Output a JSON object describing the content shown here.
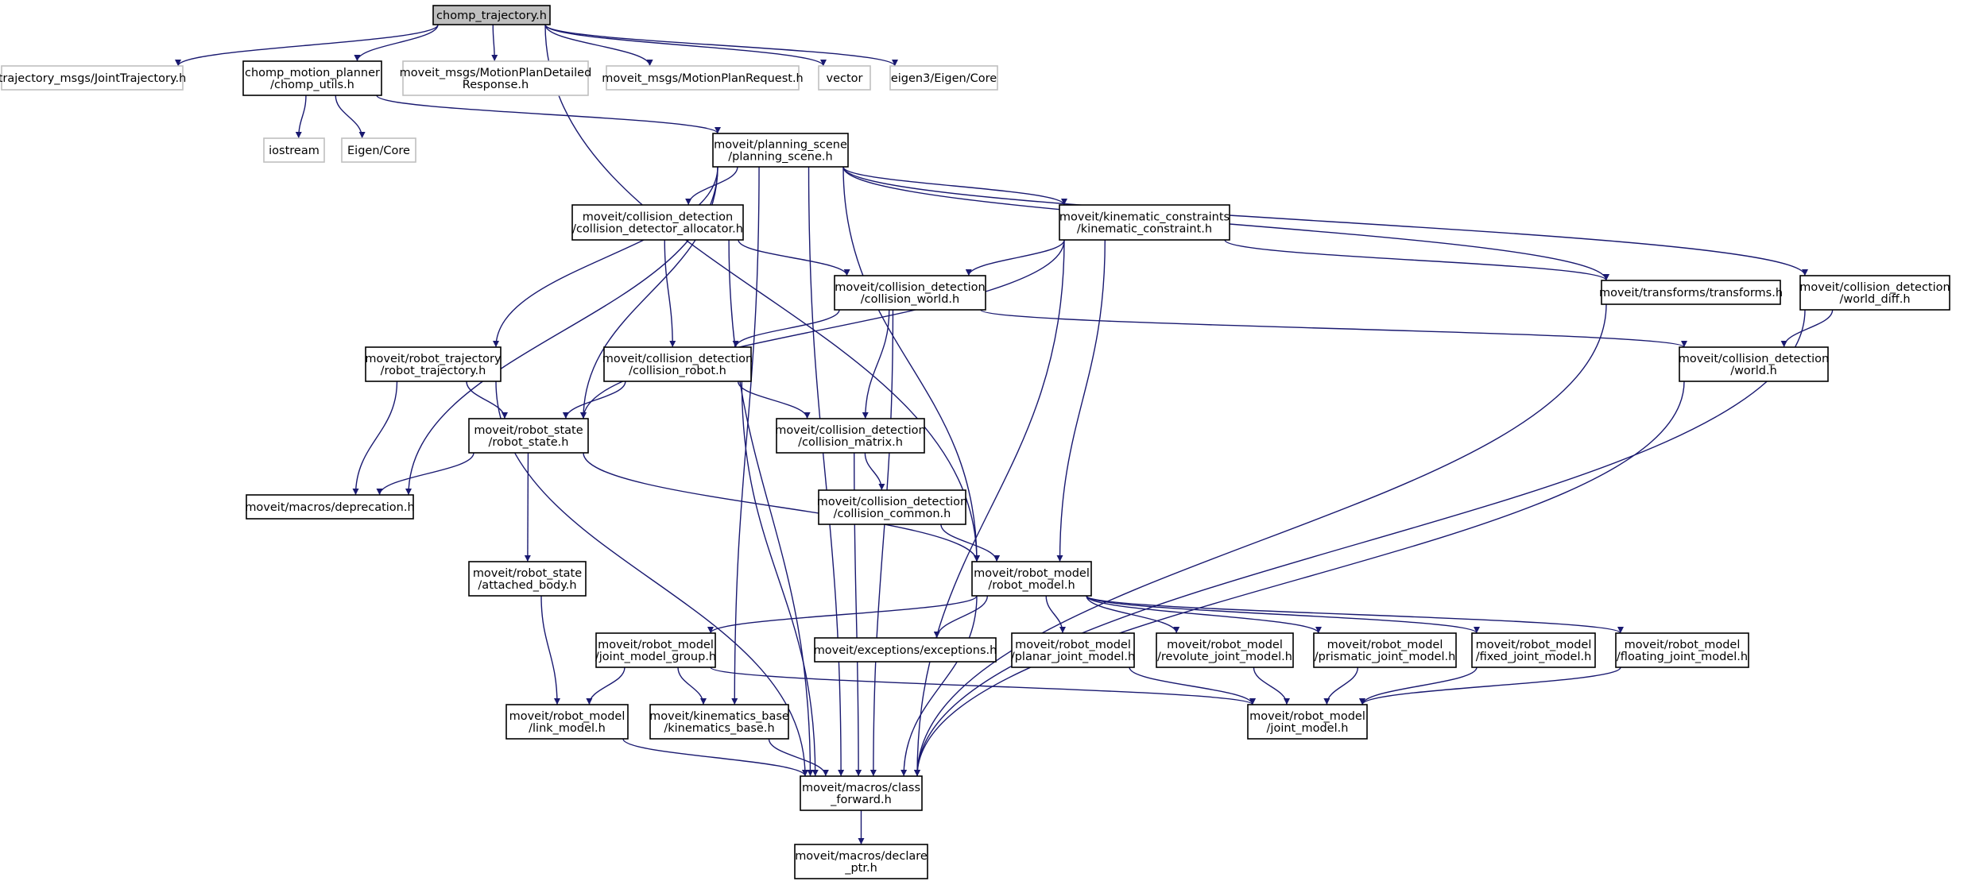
{
  "colors": {
    "edge": "#191970",
    "box_default": "#000000",
    "box_external": "#bfbfbf",
    "box_root_fill": "#bfbfbf",
    "background": "#ffffff"
  },
  "nodes": [
    {
      "id": "root",
      "lines": [
        "chomp_trajectory.h"
      ],
      "style": "root"
    },
    {
      "id": "traj_msgs",
      "lines": [
        "trajectory_msgs/JointTrajectory.h"
      ],
      "style": "external"
    },
    {
      "id": "chomp_utils",
      "lines": [
        "chomp_motion_planner",
        "/chomp_utils.h"
      ],
      "style": "normal"
    },
    {
      "id": "mpdr",
      "lines": [
        "moveit_msgs/MotionPlanDetailed",
        "Response.h"
      ],
      "style": "external"
    },
    {
      "id": "mpr",
      "lines": [
        "moveit_msgs/MotionPlanRequest.h"
      ],
      "style": "external"
    },
    {
      "id": "vector",
      "lines": [
        "vector"
      ],
      "style": "external"
    },
    {
      "id": "eigen3",
      "lines": [
        "eigen3/Eigen/Core"
      ],
      "style": "external"
    },
    {
      "id": "iostream",
      "lines": [
        "iostream"
      ],
      "style": "external"
    },
    {
      "id": "eigencore",
      "lines": [
        "Eigen/Core"
      ],
      "style": "external"
    },
    {
      "id": "planning_scene",
      "lines": [
        "moveit/planning_scene",
        "/planning_scene.h"
      ],
      "style": "normal"
    },
    {
      "id": "cd_alloc",
      "lines": [
        "moveit/collision_detection",
        "/collision_detector_allocator.h"
      ],
      "style": "normal"
    },
    {
      "id": "kin_constraint",
      "lines": [
        "moveit/kinematic_constraints",
        "/kinematic_constraint.h"
      ],
      "style": "normal"
    },
    {
      "id": "collision_world",
      "lines": [
        "moveit/collision_detection",
        "/collision_world.h"
      ],
      "style": "normal"
    },
    {
      "id": "transforms",
      "lines": [
        "moveit/transforms/transforms.h"
      ],
      "style": "normal"
    },
    {
      "id": "world_diff",
      "lines": [
        "moveit/collision_detection",
        "/world_diff.h"
      ],
      "style": "normal"
    },
    {
      "id": "robot_trajectory",
      "lines": [
        "moveit/robot_trajectory",
        "/robot_trajectory.h"
      ],
      "style": "normal"
    },
    {
      "id": "collision_robot",
      "lines": [
        "moveit/collision_detection",
        "/collision_robot.h"
      ],
      "style": "normal"
    },
    {
      "id": "world",
      "lines": [
        "moveit/collision_detection",
        "/world.h"
      ],
      "style": "normal"
    },
    {
      "id": "robot_state",
      "lines": [
        "moveit/robot_state",
        "/robot_state.h"
      ],
      "style": "normal"
    },
    {
      "id": "collision_matrix",
      "lines": [
        "moveit/collision_detection",
        "/collision_matrix.h"
      ],
      "style": "normal"
    },
    {
      "id": "deprecation",
      "lines": [
        "moveit/macros/deprecation.h"
      ],
      "style": "normal"
    },
    {
      "id": "collision_common",
      "lines": [
        "moveit/collision_detection",
        "/collision_common.h"
      ],
      "style": "normal"
    },
    {
      "id": "attached_body",
      "lines": [
        "moveit/robot_state",
        "/attached_body.h"
      ],
      "style": "normal"
    },
    {
      "id": "robot_model",
      "lines": [
        "moveit/robot_model",
        "/robot_model.h"
      ],
      "style": "normal"
    },
    {
      "id": "jmg",
      "lines": [
        "moveit/robot_model",
        "/joint_model_group.h"
      ],
      "style": "normal"
    },
    {
      "id": "exceptions",
      "lines": [
        "moveit/exceptions/exceptions.h"
      ],
      "style": "normal"
    },
    {
      "id": "planar",
      "lines": [
        "moveit/robot_model",
        "/planar_joint_model.h"
      ],
      "style": "normal"
    },
    {
      "id": "revolute",
      "lines": [
        "moveit/robot_model",
        "/revolute_joint_model.h"
      ],
      "style": "normal"
    },
    {
      "id": "prismatic",
      "lines": [
        "moveit/robot_model",
        "/prismatic_joint_model.h"
      ],
      "style": "normal"
    },
    {
      "id": "fixed",
      "lines": [
        "moveit/robot_model",
        "/fixed_joint_model.h"
      ],
      "style": "normal"
    },
    {
      "id": "floating",
      "lines": [
        "moveit/robot_model",
        "/floating_joint_model.h"
      ],
      "style": "normal"
    },
    {
      "id": "link_model",
      "lines": [
        "moveit/robot_model",
        "/link_model.h"
      ],
      "style": "normal"
    },
    {
      "id": "kin_base",
      "lines": [
        "moveit/kinematics_base",
        "/kinematics_base.h"
      ],
      "style": "normal"
    },
    {
      "id": "joint_model",
      "lines": [
        "moveit/robot_model",
        "/joint_model.h"
      ],
      "style": "normal"
    },
    {
      "id": "class_forward",
      "lines": [
        "moveit/macros/class",
        "_forward.h"
      ],
      "style": "normal"
    },
    {
      "id": "declare_ptr",
      "lines": [
        "moveit/macros/declare",
        "_ptr.h"
      ],
      "style": "normal"
    }
  ],
  "edges": [
    [
      "root",
      "traj_msgs"
    ],
    [
      "root",
      "chomp_utils"
    ],
    [
      "root",
      "mpdr"
    ],
    [
      "root",
      "mpr"
    ],
    [
      "root",
      "vector"
    ],
    [
      "root",
      "eigen3"
    ],
    [
      "root",
      "robot_model"
    ],
    [
      "chomp_utils",
      "iostream"
    ],
    [
      "chomp_utils",
      "eigencore"
    ],
    [
      "chomp_utils",
      "planning_scene"
    ],
    [
      "planning_scene",
      "cd_alloc"
    ],
    [
      "planning_scene",
      "kin_constraint"
    ],
    [
      "planning_scene",
      "transforms"
    ],
    [
      "planning_scene",
      "world_diff"
    ],
    [
      "planning_scene",
      "robot_trajectory"
    ],
    [
      "planning_scene",
      "robot_state"
    ],
    [
      "planning_scene",
      "deprecation"
    ],
    [
      "planning_scene",
      "robot_model"
    ],
    [
      "planning_scene",
      "kin_base"
    ],
    [
      "planning_scene",
      "class_forward"
    ],
    [
      "cd_alloc",
      "collision_world"
    ],
    [
      "cd_alloc",
      "collision_robot"
    ],
    [
      "cd_alloc",
      "class_forward"
    ],
    [
      "kin_constraint",
      "collision_world"
    ],
    [
      "kin_constraint",
      "transforms"
    ],
    [
      "kin_constraint",
      "robot_state"
    ],
    [
      "kin_constraint",
      "robot_model"
    ],
    [
      "kin_constraint",
      "class_forward"
    ],
    [
      "collision_world",
      "collision_robot"
    ],
    [
      "collision_world",
      "collision_matrix"
    ],
    [
      "collision_world",
      "world"
    ],
    [
      "collision_world",
      "class_forward"
    ],
    [
      "transforms",
      "class_forward"
    ],
    [
      "world_diff",
      "world"
    ],
    [
      "world_diff",
      "class_forward"
    ],
    [
      "world",
      "class_forward"
    ],
    [
      "robot_trajectory",
      "robot_state"
    ],
    [
      "robot_trajectory",
      "deprecation"
    ],
    [
      "robot_trajectory",
      "class_forward"
    ],
    [
      "collision_robot",
      "robot_state"
    ],
    [
      "collision_robot",
      "collision_matrix"
    ],
    [
      "collision_robot",
      "class_forward"
    ],
    [
      "robot_state",
      "deprecation"
    ],
    [
      "robot_state",
      "attached_body"
    ],
    [
      "robot_state",
      "robot_model"
    ],
    [
      "collision_matrix",
      "collision_common"
    ],
    [
      "collision_matrix",
      "class_forward"
    ],
    [
      "collision_common",
      "robot_model"
    ],
    [
      "attached_body",
      "link_model"
    ],
    [
      "robot_model",
      "jmg"
    ],
    [
      "robot_model",
      "exceptions"
    ],
    [
      "robot_model",
      "planar"
    ],
    [
      "robot_model",
      "revolute"
    ],
    [
      "robot_model",
      "prismatic"
    ],
    [
      "robot_model",
      "fixed"
    ],
    [
      "robot_model",
      "floating"
    ],
    [
      "robot_model",
      "class_forward"
    ],
    [
      "jmg",
      "link_model"
    ],
    [
      "jmg",
      "kin_base"
    ],
    [
      "jmg",
      "joint_model"
    ],
    [
      "planar",
      "joint_model"
    ],
    [
      "revolute",
      "joint_model"
    ],
    [
      "prismatic",
      "joint_model"
    ],
    [
      "fixed",
      "joint_model"
    ],
    [
      "floating",
      "joint_model"
    ],
    [
      "link_model",
      "class_forward"
    ],
    [
      "kin_base",
      "class_forward"
    ],
    [
      "class_forward",
      "declare_ptr"
    ]
  ]
}
